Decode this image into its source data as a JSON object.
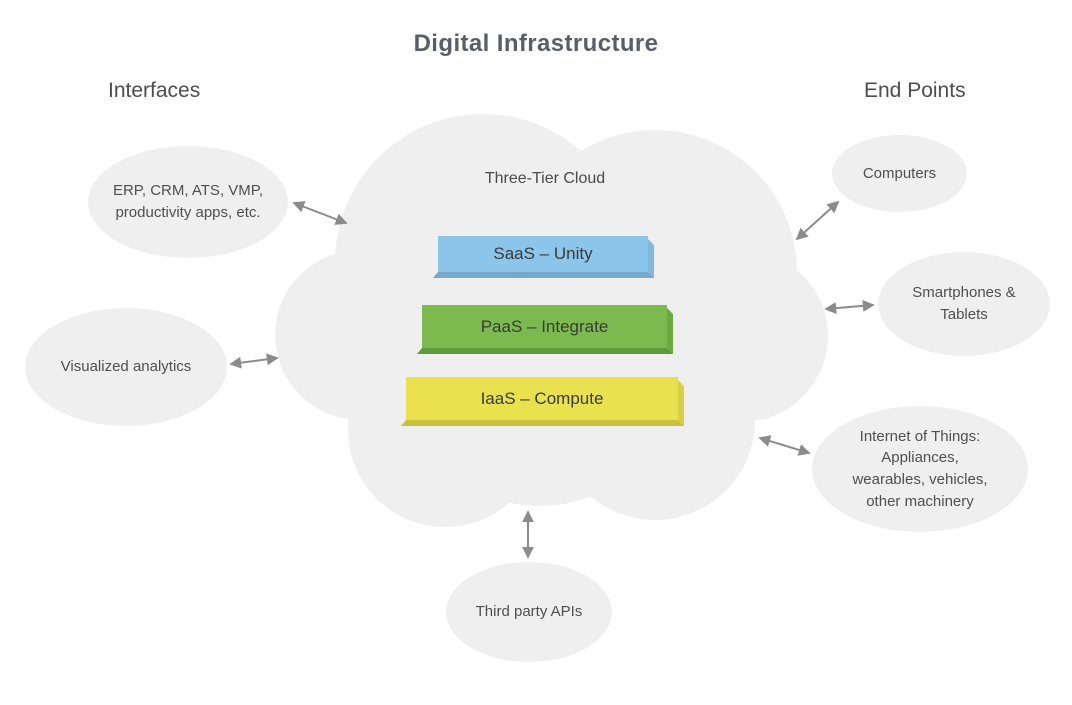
{
  "title": "Digital Infrastructure",
  "left_section": {
    "heading": "Interfaces",
    "nodes": [
      {
        "label": "ERP, CRM, ATS, VMP, productivity apps, etc."
      },
      {
        "label": "Visualized analytics"
      }
    ]
  },
  "right_section": {
    "heading": "End Points",
    "nodes": [
      {
        "label": "Computers"
      },
      {
        "label": "Smartphones & Tablets"
      },
      {
        "label": "Internet of Things: Appliances, wearables, vehicles, other machinery"
      }
    ]
  },
  "bottom_node": {
    "label": "Third party APIs"
  },
  "cloud": {
    "label": "Three-Tier Cloud",
    "fill": "#EFEFEF",
    "tiers": [
      {
        "name": "saas",
        "label": "SaaS – Unity",
        "fill": "#8BC5E9",
        "side": "#81B8DC",
        "bottom": "#76A9C9"
      },
      {
        "name": "paas",
        "label": "PaaS – Integrate",
        "fill": "#7CBA4F",
        "side": "#6DA843",
        "bottom": "#5F9C39"
      },
      {
        "name": "iaas",
        "label": "IaaS – Compute",
        "fill": "#E9E14D",
        "side": "#D9D044",
        "bottom": "#C9C13E"
      }
    ]
  },
  "colors": {
    "arrow": "#8B8B8B",
    "node_fill": "#EFEFEF",
    "text_primary": "#4F4F4F",
    "title_text": "#5B5E66"
  }
}
